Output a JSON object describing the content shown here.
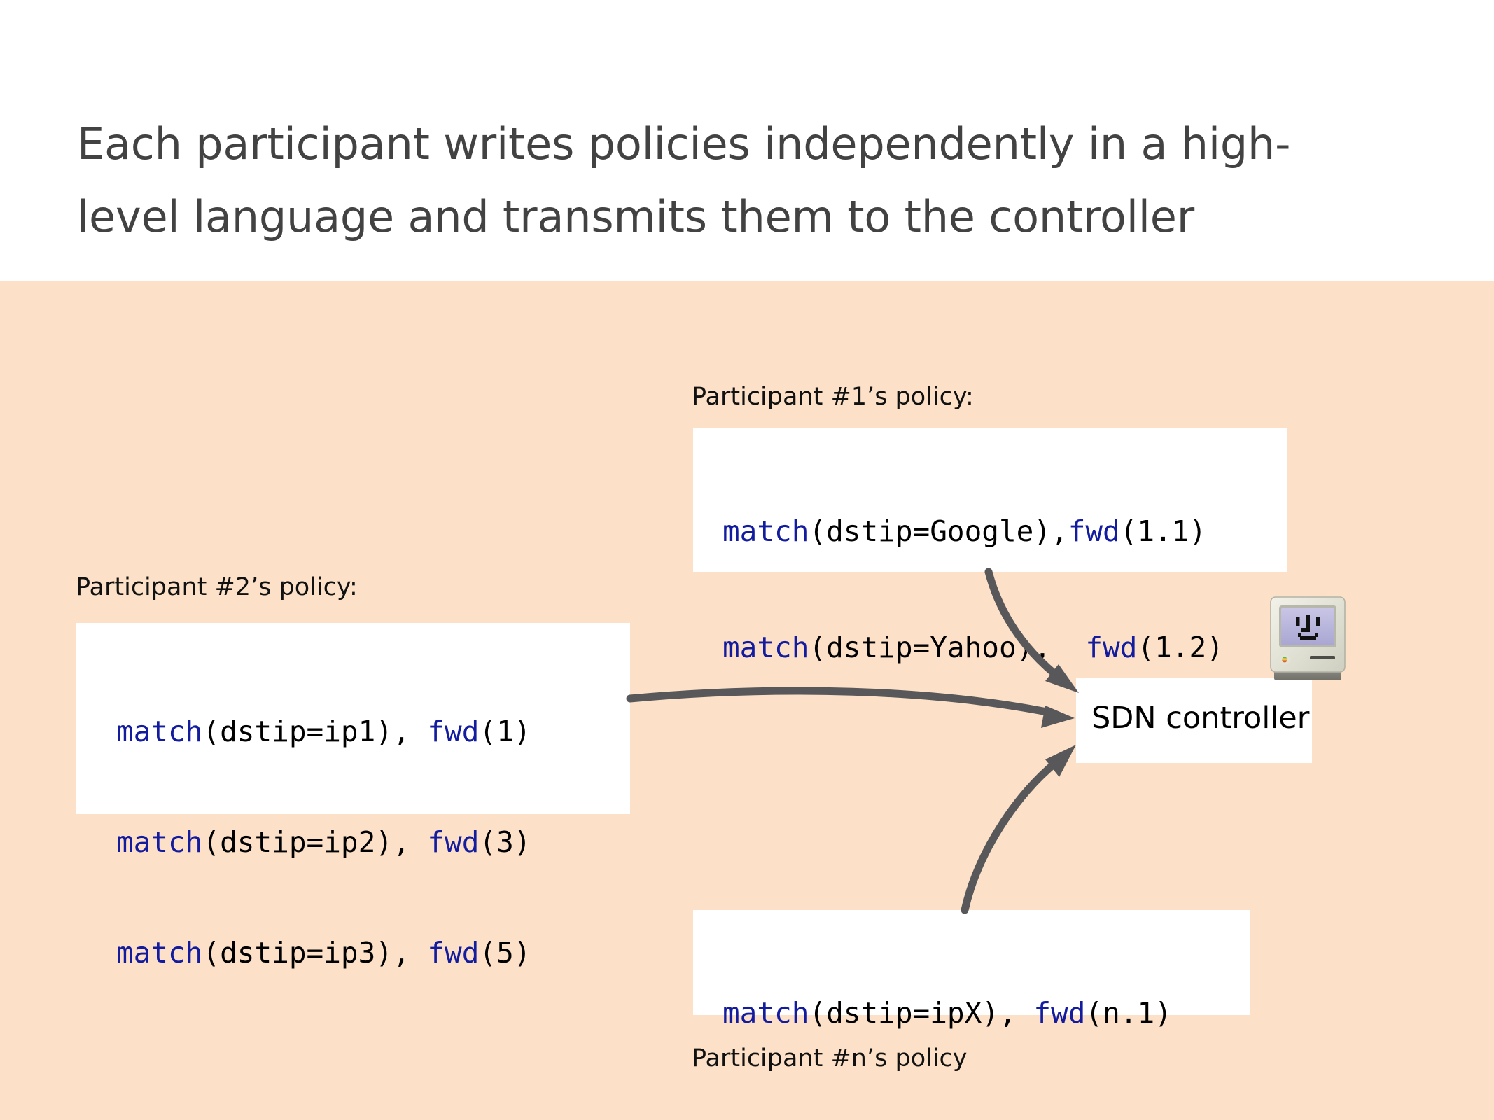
{
  "slide": {
    "title_line1": "Each participant writes policies independently in a high-",
    "title_line2": "level language and transmits them to the controller",
    "title_full": "Each participant writes policies independently in a high-\nlevel language and transmits them to the controller"
  },
  "colors": {
    "header_background": "#ffffff",
    "body_background": "#fce1c8",
    "title_text": "#424242",
    "card_background": "#ffffff",
    "keyword_blue": "#131c9e",
    "plain_black": "#000000",
    "arrow_gray": "#58585a"
  },
  "participants": [
    {
      "id": "p1",
      "label": "Participant #1’s policy:",
      "lines": [
        {
          "kw1": "match",
          "mid": "(dstip=Google),",
          "kw2": "fwd",
          "tail": "(1.1)"
        },
        {
          "kw1": "match",
          "mid": "(dstip=Yahoo),  ",
          "kw2": "fwd",
          "tail": "(1.2)"
        }
      ]
    },
    {
      "id": "p2",
      "label": "Participant #2’s policy:",
      "lines": [
        {
          "kw1": "match",
          "mid": "(dstip=ip1), ",
          "kw2": "fwd",
          "tail": "(1)"
        },
        {
          "kw1": "match",
          "mid": "(dstip=ip2), ",
          "kw2": "fwd",
          "tail": "(3)"
        },
        {
          "kw1": "match",
          "mid": "(dstip=ip3), ",
          "kw2": "fwd",
          "tail": "(5)"
        }
      ]
    },
    {
      "id": "pn",
      "label": "Participant #n’s policy",
      "lines": [
        {
          "kw1": "match",
          "mid": "(dstip=ipX), ",
          "kw2": "fwd",
          "tail": "(n.1)"
        }
      ]
    }
  ],
  "controller": {
    "label": "SDN controller",
    "icon": "classic-macintosh-icon"
  },
  "arrows": [
    {
      "name": "arrow-participant1-to-controller",
      "from": "participant-1-policy-box",
      "to": "sdn-controller"
    },
    {
      "name": "arrow-participant2-to-controller",
      "from": "participant-2-policy-box",
      "to": "sdn-controller"
    },
    {
      "name": "arrow-participantn-to-controller",
      "from": "participant-n-policy-box",
      "to": "sdn-controller"
    }
  ]
}
